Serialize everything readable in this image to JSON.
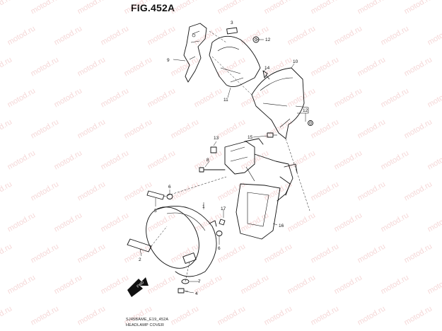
{
  "figure": {
    "title": "FIG.452A",
    "footer_code": "SJ45BAME_E19_452A",
    "footer_caption": "HEADLAMP COVER"
  },
  "callouts": [
    {
      "id": "c1",
      "num": "1"
    },
    {
      "id": "c2",
      "num": "2"
    },
    {
      "id": "c3",
      "num": "3"
    },
    {
      "id": "c4",
      "num": "4"
    },
    {
      "id": "c5",
      "num": "5"
    },
    {
      "id": "c6a",
      "num": "6"
    },
    {
      "id": "c6b",
      "num": "6"
    },
    {
      "id": "c7",
      "num": "7"
    },
    {
      "id": "c8",
      "num": "8"
    },
    {
      "id": "c9",
      "num": "9"
    },
    {
      "id": "c10",
      "num": "10"
    },
    {
      "id": "c11",
      "num": "11"
    },
    {
      "id": "c12a",
      "num": "12"
    },
    {
      "id": "c12b",
      "num": "12"
    },
    {
      "id": "c13",
      "num": "13"
    },
    {
      "id": "c14",
      "num": "14"
    },
    {
      "id": "c15",
      "num": "15"
    },
    {
      "id": "c16",
      "num": "16"
    },
    {
      "id": "c17",
      "num": "17"
    }
  ],
  "direction_badge": "FWD",
  "watermark_text": "motod.ru"
}
